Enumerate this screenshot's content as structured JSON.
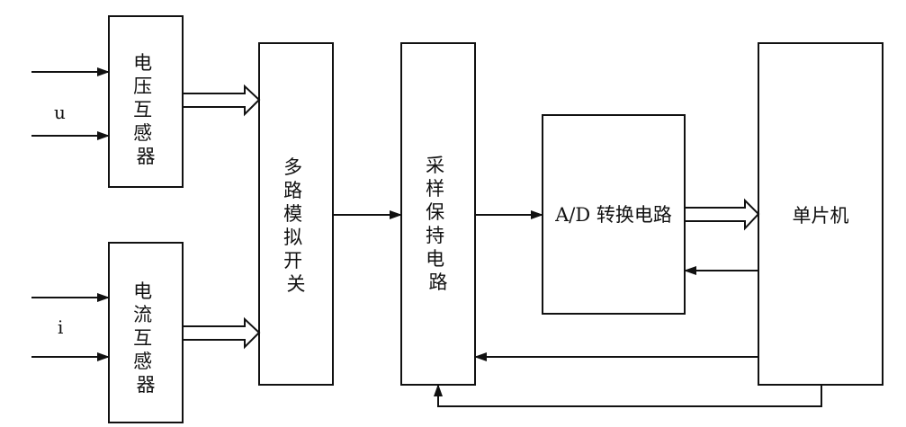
{
  "diagram": {
    "signals": {
      "voltage": "u",
      "current": "i"
    },
    "blocks": {
      "voltage_transformer": [
        "电",
        "压",
        "互",
        "感",
        "器"
      ],
      "current_transformer": [
        "电",
        "流",
        "互",
        "感",
        "器"
      ],
      "multiplexer": [
        "多",
        "路",
        "模",
        "拟",
        "开",
        "关"
      ],
      "sample_hold": [
        "采",
        "样",
        "保",
        "持",
        "电",
        "路"
      ],
      "adc": "A/D 转换电路",
      "mcu": "单片机"
    }
  }
}
